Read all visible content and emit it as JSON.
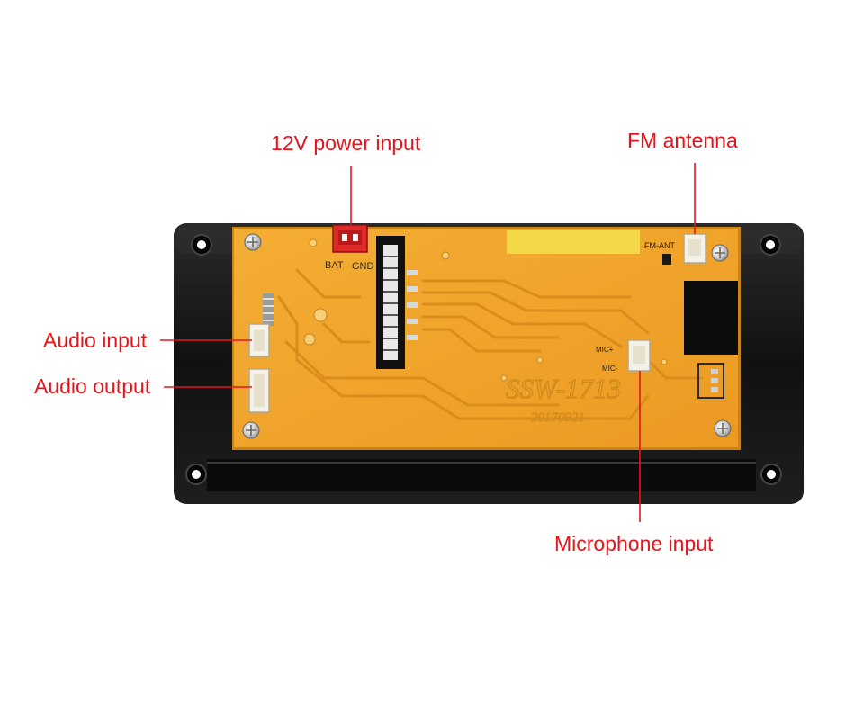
{
  "callouts": {
    "power": "12V power input",
    "fm": "FM antenna",
    "audio_in": "Audio input",
    "audio_out": "Audio output",
    "mic": "Microphone input"
  },
  "board": {
    "bat_label": "BAT",
    "gnd_label": "GND",
    "fm_ant_label": "FM-ANT",
    "mic_plus_label": "MIC+",
    "mic_minus_label": "MIC-",
    "model": "SSW-1713",
    "date_code": "20170921"
  },
  "colors": {
    "callout_text": "#e8141b",
    "leader_line": "#e8141b",
    "pcb": "#f2a62b",
    "case": "#141414",
    "power_connector": "#e02a2a",
    "jst_connector": "#f4f1e8"
  }
}
